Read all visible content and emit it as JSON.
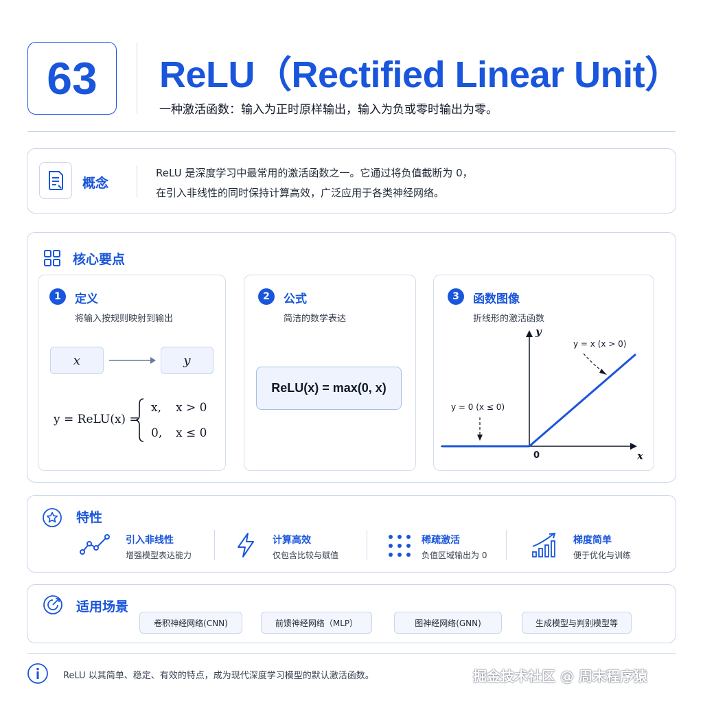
{
  "header": {
    "number": "63",
    "title": "ReLU（Rectified Linear Unit）",
    "subtitle": "一种激活函数：输入为正时原样输出，输入为负或零时输出为零。"
  },
  "concept": {
    "label": "概念",
    "line1": "ReLU 是深度学习中最常用的激活函数之一。它通过将负值截断为 0，",
    "line2": "在引入非线性的同时保持计算高效，广泛应用于各类神经网络。"
  },
  "key_points": {
    "title": "核心要点",
    "definition": {
      "index": "1",
      "title": "定义",
      "desc": "将输入按规则映射到输出",
      "input": "x",
      "output": "y",
      "formula_lhs": "y = ReLU(x) =",
      "case1_value": "x,",
      "case1_cond": "x > 0",
      "case2_value": "0,",
      "case2_cond": "x ≤ 0"
    },
    "formula": {
      "index": "2",
      "title": "公式",
      "desc": "简洁的数学表达",
      "expression": "ReLU(x) = max(0, x)"
    },
    "graph": {
      "index": "3",
      "title": "函数图像",
      "desc": "折线形的激活函数",
      "y_axis_label": "y",
      "x_axis_label": "x",
      "origin_label": "0",
      "annotation_positive": "y = x (x > 0)",
      "annotation_negative": "y = 0 (x ≤ 0)"
    }
  },
  "features": {
    "title": "特性",
    "items": [
      {
        "title": "引入非线性",
        "desc": "增强模型表达能力",
        "icon": "line-chart-icon"
      },
      {
        "title": "计算高效",
        "desc": "仅包含比较与赋值",
        "icon": "lightning-icon"
      },
      {
        "title": "稀疏激活",
        "desc": "负值区域输出为 0",
        "icon": "dot-grid-icon"
      },
      {
        "title": "梯度简单",
        "desc": "便于优化与训练",
        "icon": "growth-bars-icon"
      }
    ]
  },
  "applications": {
    "title": "适用场景",
    "tags": [
      "卷积神经网络(CNN)",
      "前馈神经网络（MLP）",
      "图神经网络(GNN)",
      "生成模型与判别模型等"
    ]
  },
  "footer": {
    "note": "ReLU 以其简单、稳定、有效的特点，成为现代深度学习模型的默认激活函数。",
    "watermark": "掘金技术社区 @ 周末程序猿"
  },
  "colors": {
    "accent": "#1a56db",
    "border": "#c9d3ec",
    "pill_bg": "#eef3fd"
  }
}
